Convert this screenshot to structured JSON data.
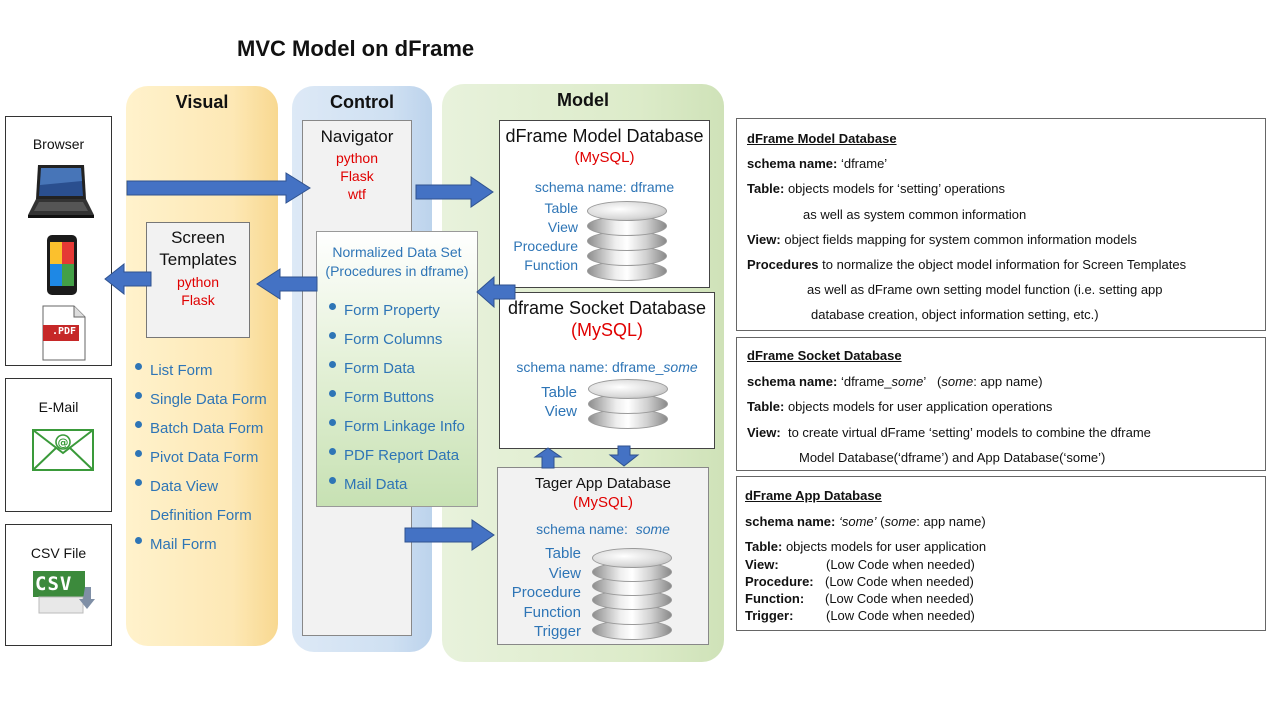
{
  "title": "MVC Model on dFrame",
  "columns": {
    "visual": "Visual",
    "control": "Control",
    "model": "Model"
  },
  "clients": {
    "browser": "Browser",
    "pdf_label": ".PDF",
    "email": "E-Mail",
    "csv": "CSV File",
    "csv_label": "CSV"
  },
  "screen_templates": {
    "title_line1": "Screen",
    "title_line2": "Templates",
    "lang1": "python",
    "lang2": "Flask"
  },
  "visual_items": [
    "List Form",
    "Single Data Form",
    "Batch Data Form",
    "Pivot Data Form",
    "Data View",
    "Definition Form",
    "Mail Form"
  ],
  "navigator": {
    "title": "Navigator",
    "lang1": "python",
    "lang2": "Flask",
    "lang3": "wtf"
  },
  "normalized": {
    "title_line1": "Normalized Data Set",
    "title_line2": "(Procedures in dframe)",
    "items": [
      "Form Property",
      "Form Columns",
      "Form Data",
      "Form Buttons",
      "Form Linkage Info",
      "PDF Report Data",
      "Mail Data"
    ]
  },
  "model_db": {
    "title": "dFrame Model Database",
    "engine": "(MySQL)",
    "schema": "schema name: dframe",
    "objects": [
      "Table",
      "View",
      "Procedure",
      "Function"
    ]
  },
  "socket_db": {
    "title": "dframe Socket Database",
    "engine": "(MySQL)",
    "schema_prefix": "schema name: dframe_",
    "schema_italic": "some",
    "objects": [
      "Table",
      "View"
    ]
  },
  "app_db": {
    "title": "Tager App Database",
    "engine": "(MySQL)",
    "schema_prefix": "schema name:",
    "schema_italic": "some",
    "objects": [
      "Table",
      "View",
      "Procedure",
      "Function",
      "Trigger"
    ]
  },
  "info_model": {
    "heading": "dFrame Model Database",
    "schema_label": "schema name:",
    "schema_value": "‘dframe’",
    "table_label": "Table:",
    "table_value": "objects models for ‘setting’ operations",
    "table_value2": "as well as system common information",
    "view_label": "View:",
    "view_value": "object fields mapping for system common  information models",
    "proc_label": "Procedures",
    "proc_value": "to normalize the object model information for Screen Templates",
    "proc_value2": "as well as dFrame own  setting model function (i.e. setting app",
    "proc_value3": "database creation, object information setting, etc.)"
  },
  "info_socket": {
    "heading": "dFrame Socket Database",
    "schema_label": "schema name:",
    "schema_pre": "‘dframe_",
    "schema_it": "some",
    "schema_post": "’",
    "schema_note_it": "some",
    "schema_note": ": app name)",
    "table_label": "Table:",
    "table_value": "objects models for user application operations",
    "view_label": "View:",
    "view_value": "to create virtual dFrame ‘setting’ models to combine the dframe",
    "view_value2": "Model Database(‘dframe’) and App Database(‘some’)"
  },
  "info_app": {
    "heading": "dFrame App Database",
    "schema_label": "schema name:",
    "schema_it": "‘some’",
    "schema_note_it": "some",
    "schema_note": ": app name)",
    "table_label": "Table:",
    "table_value": "objects models for user application",
    "rows": [
      {
        "label": "View:",
        "value": "(Low Code when needed)"
      },
      {
        "label": "Procedure:",
        "value": "(Low Code when needed)"
      },
      {
        "label": "Function:",
        "value": "(Low Code when needed)"
      },
      {
        "label": "Trigger:",
        "value": "(Low Code when needed)"
      }
    ]
  },
  "colors": {
    "arrow": "#4472c4",
    "arrow_border": "#2f528f",
    "red": "#e00000",
    "blue": "#2e75b6"
  }
}
